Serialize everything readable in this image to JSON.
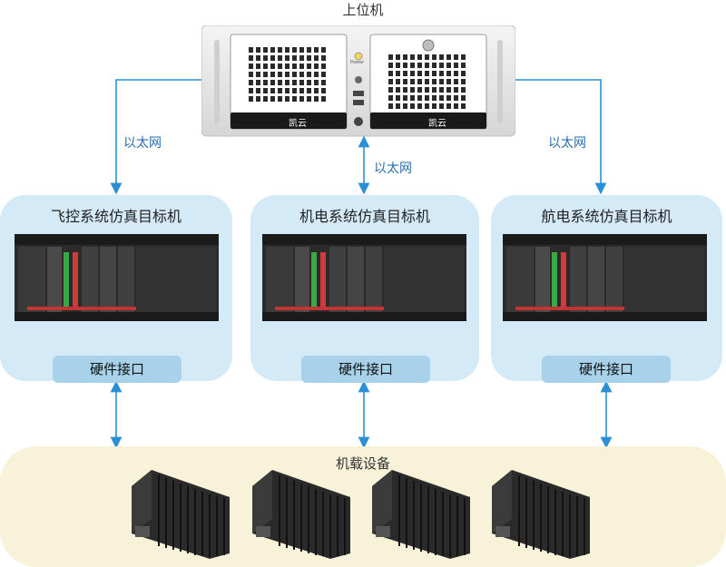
{
  "host": {
    "label": "上位机",
    "power_text": "Power",
    "brand": "凯云"
  },
  "ethernet": {
    "left": "以太网",
    "center": "以太网",
    "right": "以太网"
  },
  "targets": [
    {
      "title": "飞控系统仿真目标机",
      "interface": "硬件接口"
    },
    {
      "title": "机电系统仿真目标机",
      "interface": "硬件接口"
    },
    {
      "title": "航电系统仿真目标机",
      "interface": "硬件接口"
    }
  ],
  "onboard": {
    "title": "机载设备"
  },
  "colors": {
    "arrow": "#2a8fd6",
    "panel": "#d4eaf6",
    "interface": "#a8d2ea",
    "bottom": "#f8f2d8"
  }
}
